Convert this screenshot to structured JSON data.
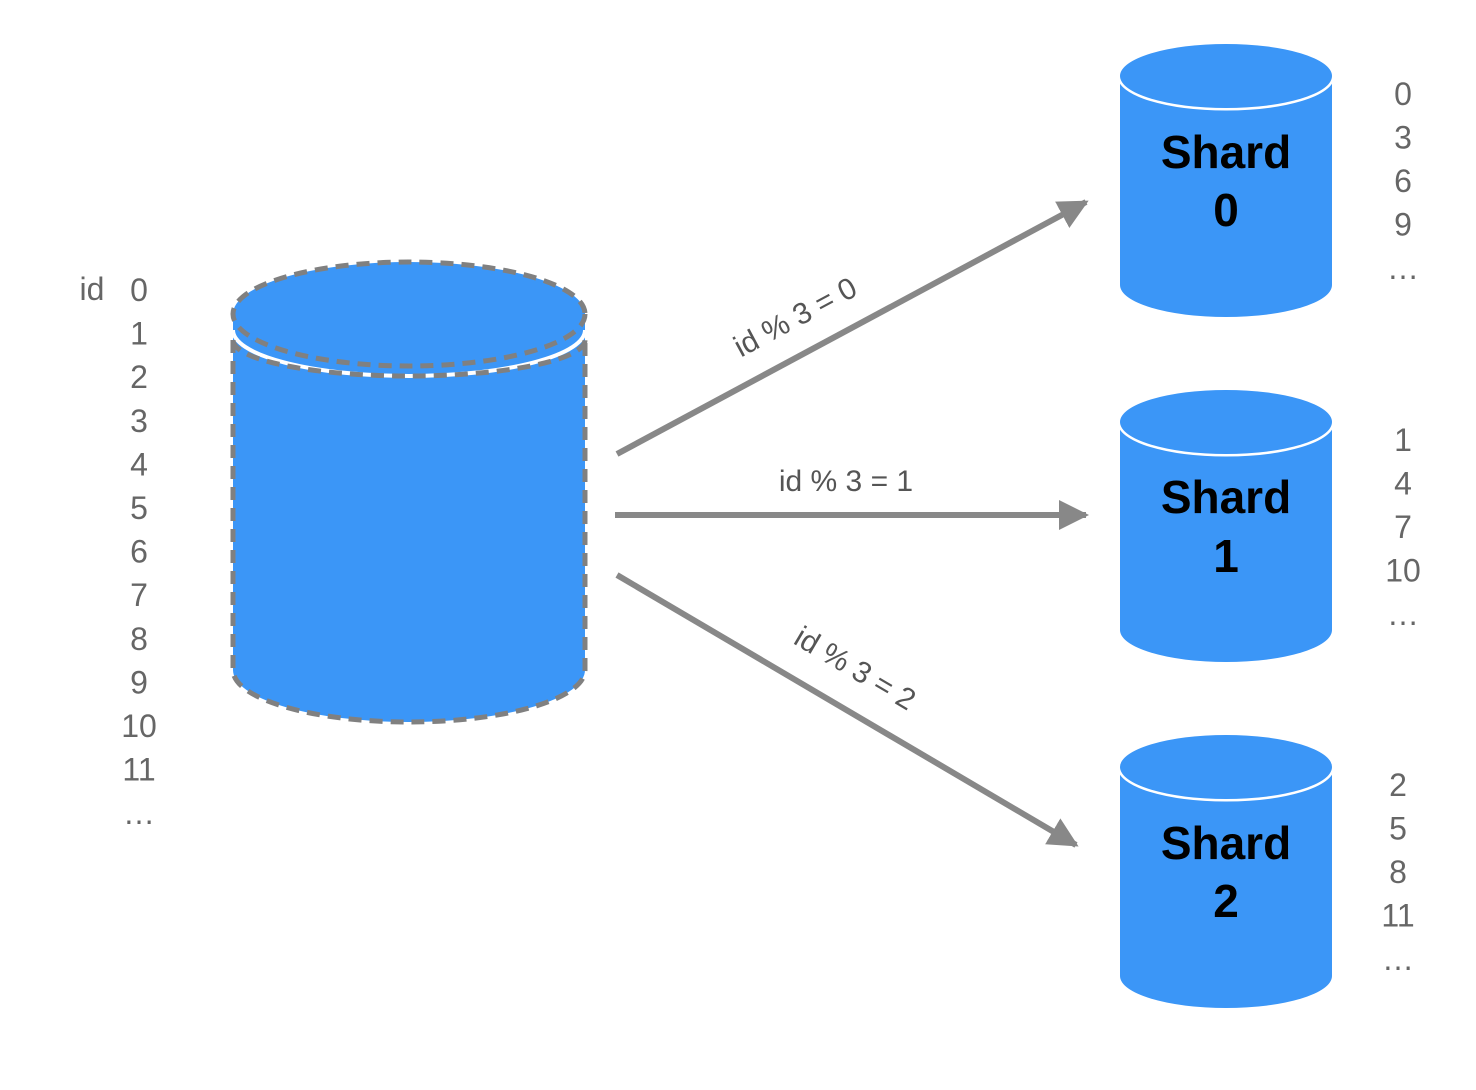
{
  "source": {
    "header": "id",
    "ids": [
      "0",
      "1",
      "2",
      "3",
      "4",
      "5",
      "6",
      "7",
      "8",
      "9",
      "10",
      "11",
      "…"
    ]
  },
  "edges": [
    {
      "label": "id % 3 = 0"
    },
    {
      "label": "id % 3 = 1"
    },
    {
      "label": "id % 3 = 2"
    }
  ],
  "shards": [
    {
      "name": "Shard",
      "number": "0",
      "ids": [
        "0",
        "3",
        "6",
        "9",
        "…"
      ]
    },
    {
      "name": "Shard",
      "number": "1",
      "ids": [
        "1",
        "4",
        "7",
        "10",
        "…"
      ]
    },
    {
      "name": "Shard",
      "number": "2",
      "ids": [
        "2",
        "5",
        "8",
        "11",
        "…"
      ]
    }
  ],
  "colors": {
    "cylinder_fill": "#3b96f7",
    "cylinder_border": "#ffffff",
    "dashed_border": "#808080",
    "arrow": "#888888",
    "number_text": "#666666",
    "shard_text": "#000000"
  },
  "icons": {
    "source": "database-icon",
    "shard": "database-icon"
  }
}
